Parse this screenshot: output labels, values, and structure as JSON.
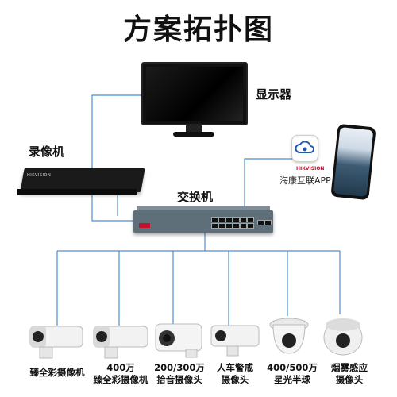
{
  "title": "方案拓扑图",
  "nodes": {
    "monitor": "显示器",
    "nvr": "录像机",
    "switch": "交换机",
    "app": "海康互联APP"
  },
  "brand": {
    "nvr_brand": "HIKVISION",
    "app_brand": "HIKVISION"
  },
  "cameras": [
    {
      "line1": "臻全彩摄像机",
      "line2": ""
    },
    {
      "line1": "400万",
      "line2": "臻全彩摄像机"
    },
    {
      "line1": "200/300万",
      "line2": "拾音摄像头"
    },
    {
      "line1": "人车警戒",
      "line2": "摄像头"
    },
    {
      "line1": "400/500万",
      "line2": "星光半球"
    },
    {
      "line1": "烟雾感应",
      "line2": "摄像头"
    }
  ],
  "colors": {
    "line": "#4a8fd3",
    "brand_red": "#c8102e"
  }
}
